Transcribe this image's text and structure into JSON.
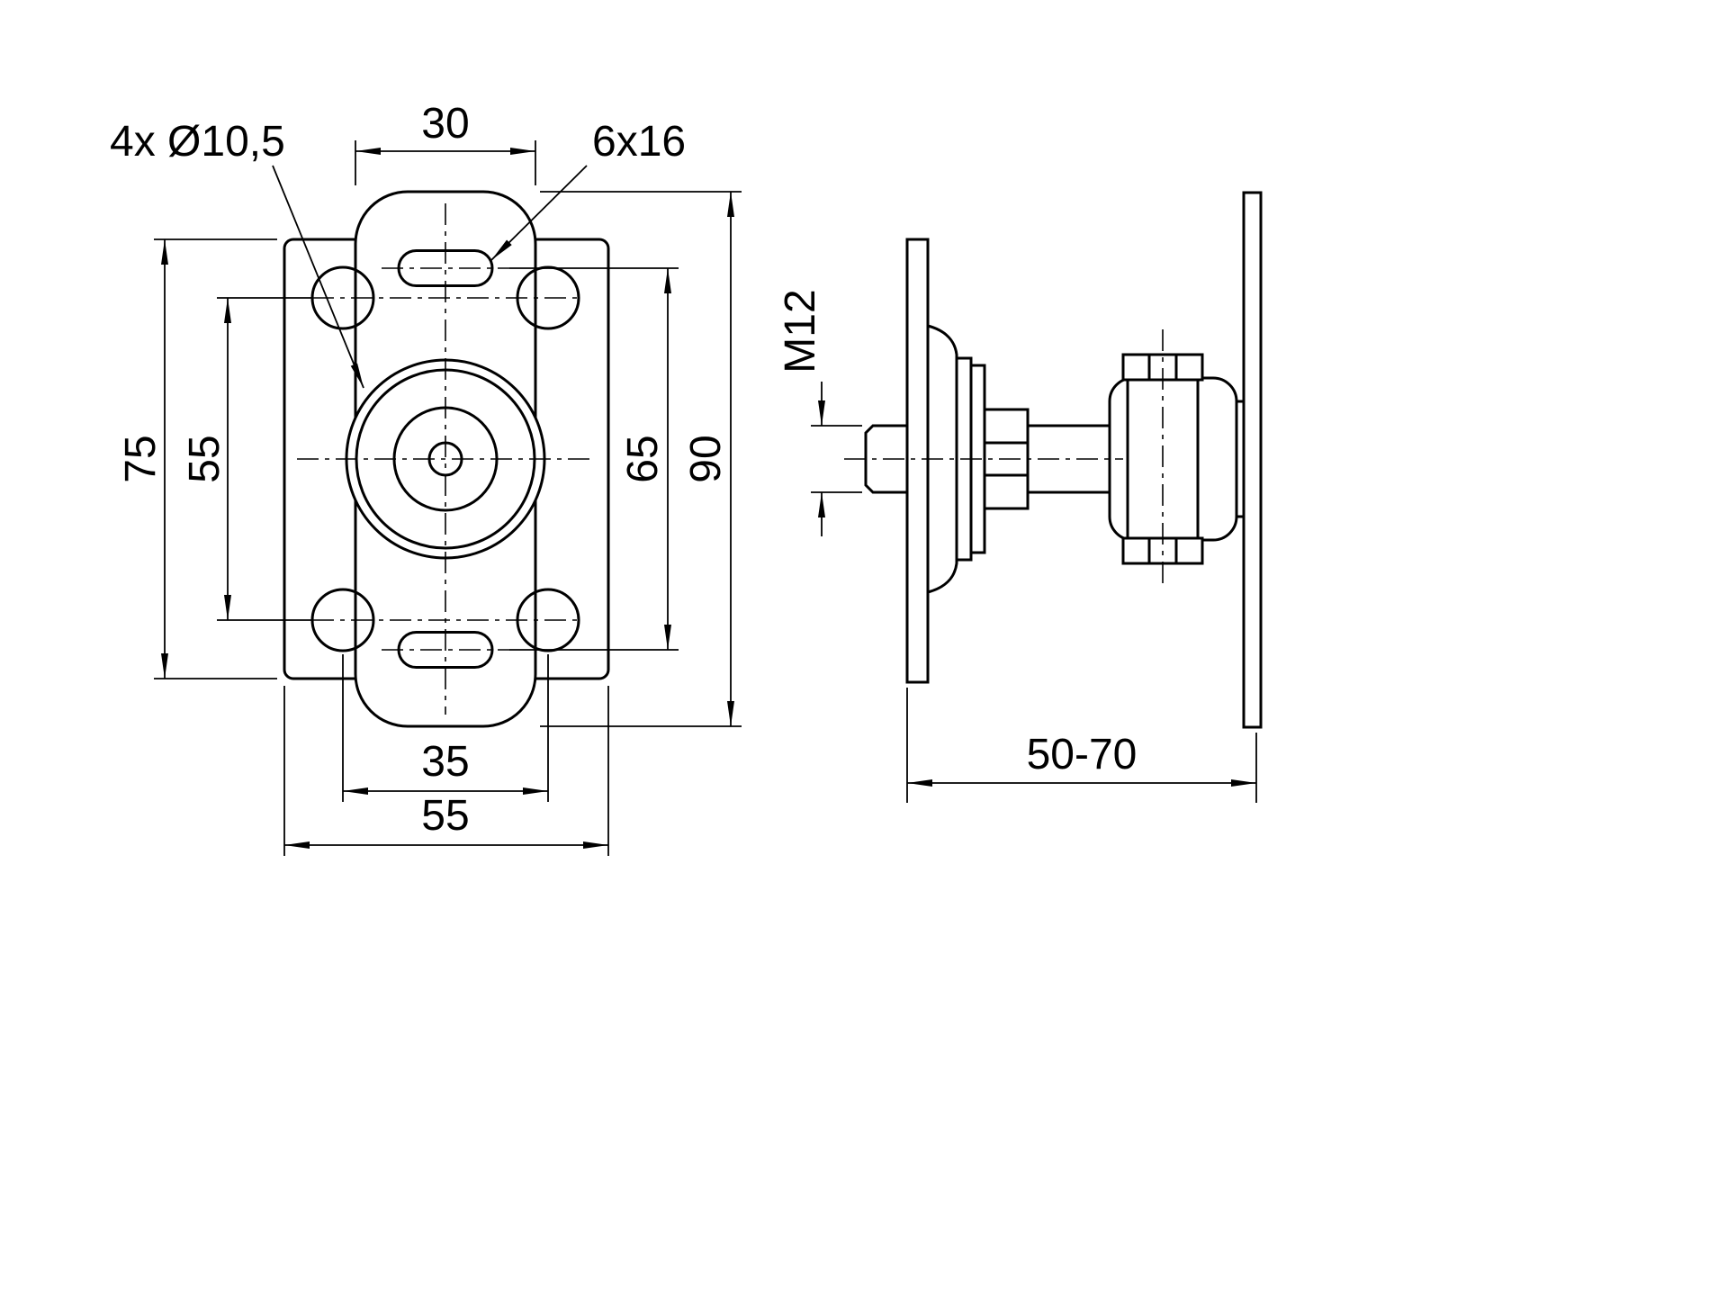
{
  "front_view": {
    "callout_holes": "4x Ø10,5",
    "callout_slot": "6x16",
    "dim_strap_width": "30",
    "dim_plate_height": "75",
    "dim_hole_spacing_vertical": "55",
    "dim_slot_spacing": "65",
    "dim_strap_height": "90",
    "dim_hole_spacing_horizontal": "35",
    "dim_plate_width": "55"
  },
  "side_view": {
    "dim_thread": "M12",
    "dim_adjustment_range": "50-70"
  },
  "colors": {
    "line": "#000000",
    "background": "#ffffff"
  }
}
